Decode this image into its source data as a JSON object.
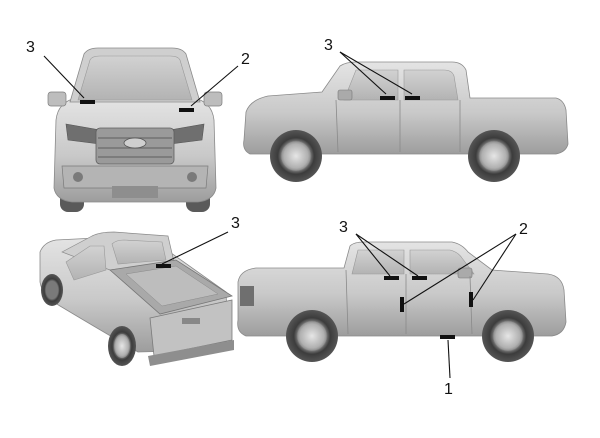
{
  "callouts": {
    "front_left": "3",
    "front_right": "2",
    "side_top": "3",
    "rear_top": "3",
    "side_bottom_left": "3",
    "side_bottom_right": "2",
    "side_bottom_under": "1"
  },
  "colors": {
    "body_light": "#d9d9d9",
    "body_mid": "#b9b9b9",
    "body_dark": "#8e8e8e",
    "glass": "#c8c8c8",
    "tyre": "#4a4a4a",
    "marker": "#111111"
  }
}
